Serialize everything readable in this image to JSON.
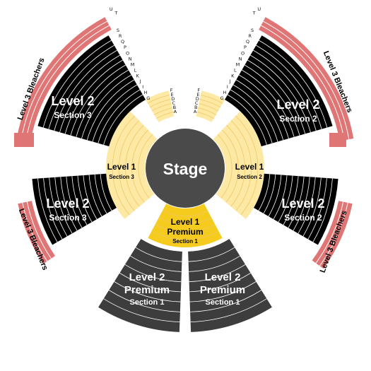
{
  "colors": {
    "bleachers": "#e07575",
    "level2": "#000000",
    "level2_premium": "#3d3d3d",
    "level1": "#fde9a4",
    "level1_premium": "#f5cc1e",
    "stage": "#4a4a4a",
    "row_line": "#ffffff",
    "level1_line": "#f1c769"
  },
  "stage": {
    "label": "Stage"
  },
  "bleachers": {
    "left_upper": "Level 3 Bleachers",
    "left_lower": "Level 3 Bleachers",
    "right_upper": "Level 3 Bleachers",
    "right_lower": "Level 3 Bleachers"
  },
  "sections": {
    "l2_s3_upper": {
      "level": "Level 2",
      "section": "Section 3"
    },
    "l2_s3_lower": {
      "level": "Level 2",
      "section": "Section 3"
    },
    "l2_s2_upper": {
      "level": "Level 2",
      "section": "Section 2"
    },
    "l2_s2_lower": {
      "level": "Level 2",
      "section": "Section 2"
    },
    "l1_s3": {
      "level": "Level 1",
      "section": "Section 3"
    },
    "l1_s2": {
      "level": "Level 1",
      "section": "Section 2"
    },
    "l1_premium": {
      "level": "Level 1",
      "premium": "Premium",
      "section": "Section 1"
    },
    "l2_premium_left": {
      "level": "Level 2",
      "premium": "Premium",
      "section": "Section 1"
    },
    "l2_premium_right": {
      "level": "Level 2",
      "premium": "Premium",
      "section": "Section 1"
    }
  },
  "row_letters": {
    "bleacher_rows": [
      "U",
      "T"
    ],
    "level2_rows": [
      "S",
      "R",
      "Q",
      "P",
      "O",
      "N",
      "M",
      "L",
      "K",
      "J",
      "I",
      "H",
      "G"
    ],
    "level1_rows": [
      "F",
      "E",
      "D",
      "C",
      "B",
      "A"
    ]
  }
}
